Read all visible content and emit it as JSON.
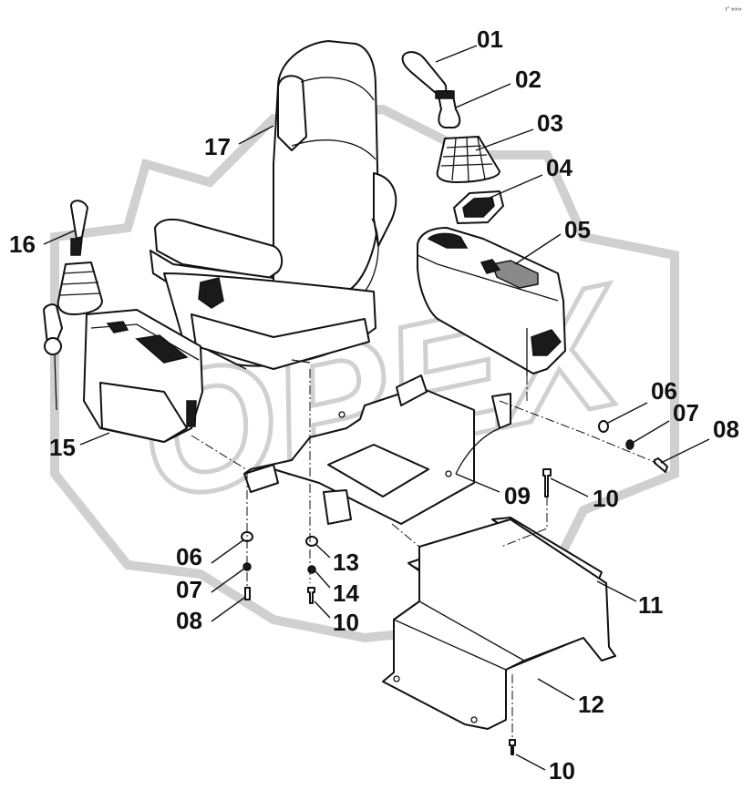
{
  "diagram": {
    "type": "exploded-parts-view",
    "watermark": "OPEX",
    "corner_mark": "r’ »»»",
    "labels": {
      "l01": "01",
      "l02": "02",
      "l03": "03",
      "l04": "04",
      "l05": "05",
      "l06a": "06",
      "l07a": "07",
      "l08a": "08",
      "l09": "09",
      "l10a": "10",
      "l06b": "06",
      "l07b": "07",
      "l08b": "08",
      "l13": "13",
      "l14": "14",
      "l10b": "10",
      "l11": "11",
      "l12": "12",
      "l10c": "10",
      "l15": "15",
      "l16": "16",
      "l17": "17"
    }
  }
}
